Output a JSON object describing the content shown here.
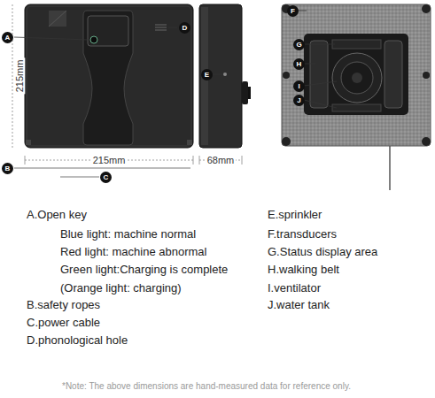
{
  "diagram": {
    "labels": [
      "A",
      "D",
      "E",
      "F",
      "G",
      "H",
      "I",
      "J",
      "B",
      "C",
      "215mm",
      "215mm",
      "68mm",
      "A.Open key",
      "Blue light: machine normal",
      "Red light: machine abnormal",
      "Green light:Charging is complete",
      "(Orange light: charging)",
      "B.safety ropes",
      "C.power cable",
      "D.phonological hole",
      "E.sprinkler",
      "F.transducers",
      "G.Status display area",
      "H.walking belt",
      "I.ventilator",
      "J.water tank",
      "*Note: The above dimensions are hand-measured data for reference only."
    ]
  }
}
